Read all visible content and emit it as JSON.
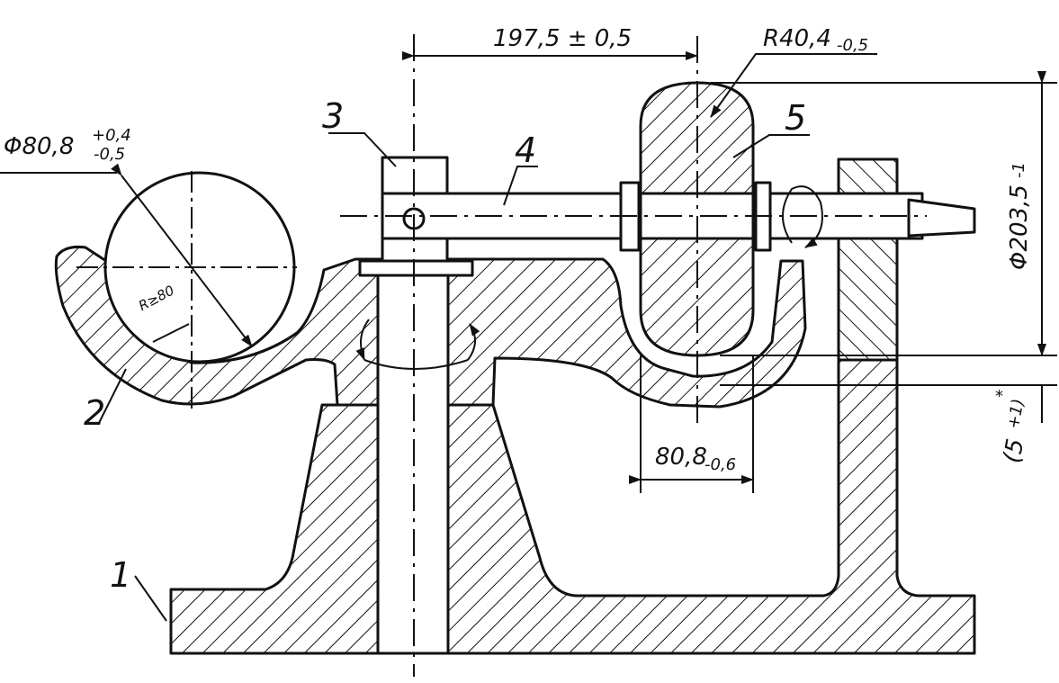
{
  "drawing": {
    "parts": [
      {
        "id": "part-1",
        "label": "1"
      },
      {
        "id": "part-2",
        "label": "2"
      },
      {
        "id": "part-3",
        "label": "3"
      },
      {
        "id": "part-4",
        "label": "4"
      },
      {
        "id": "part-5",
        "label": "5"
      }
    ],
    "dimensions": {
      "center_distance": "197,5 ± 0,5",
      "wheel_radius_main": "R40,4",
      "wheel_radius_tol": "-0,5",
      "diameter_left_main": "Φ80,8",
      "diameter_left_tol_upper": "+0,4",
      "diameter_left_tol_lower": "-0,5",
      "diameter_right_main": "Φ203,5",
      "diameter_right_tol": "-1",
      "width_main": "80,8",
      "width_tol": "-0,6",
      "gap_main": "(5",
      "gap_tol": "+1)",
      "gap_star": "*",
      "inner_radius": "R≥80"
    },
    "colors": {
      "ink": "#111111",
      "paper": "#ffffff"
    }
  }
}
